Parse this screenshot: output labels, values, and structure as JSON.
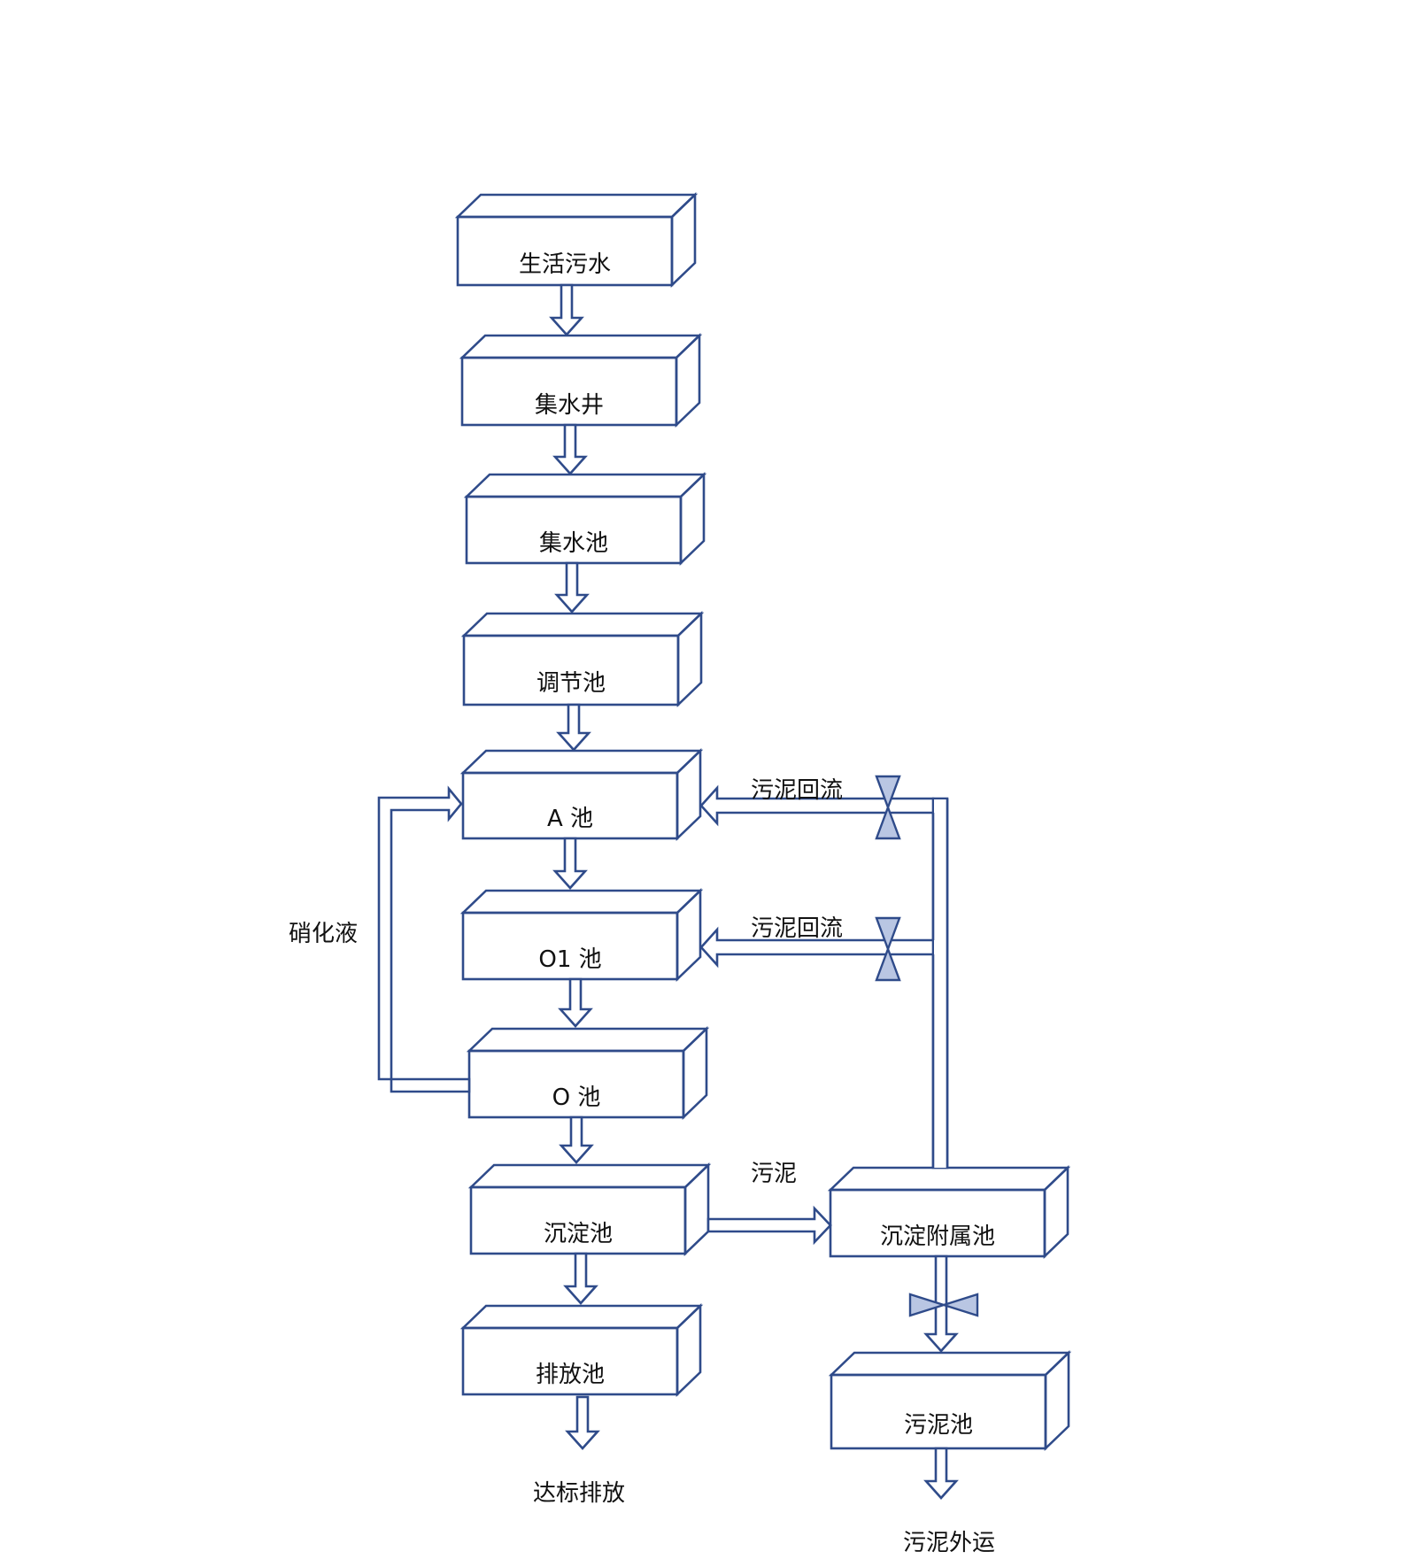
{
  "colors": {
    "line": "#2f4b8a",
    "front_top": "#f7f8fc",
    "front_bottom": "#c9d3ef",
    "top_face": "#f2f4fa",
    "side_face": "#b0b4bc",
    "valve_fill": "#b9c6e3"
  },
  "boxes": {
    "domestic_sewage": "生活污水",
    "collection_well": "集水井",
    "collection_tank": "集水池",
    "regulating_tank": "调节池",
    "a_tank": "A 池",
    "o1_tank": "O1 池",
    "o_tank": "O 池",
    "sedimentation_tank": "沉淀池",
    "discharge_tank": "排放池",
    "sedimentation_aux_tank": "沉淀附属池",
    "sludge_tank": "污泥池"
  },
  "labels": {
    "nitrified_liquid": "硝化液",
    "sludge_return_1": "污泥回流",
    "sludge_return_2": "污泥回流",
    "sludge": "污泥",
    "discharge_standard": "达标排放",
    "sludge_export": "污泥外运"
  }
}
